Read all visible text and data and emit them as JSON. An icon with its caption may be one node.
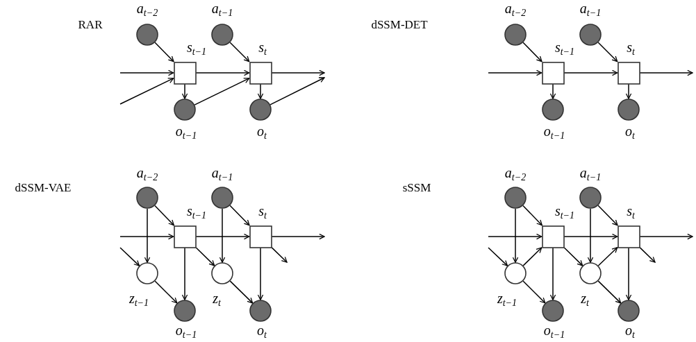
{
  "diagram": {
    "nodes": [
      {
        "text": [
          "a$_{t−2}$"
        ]
      },
      {
        "text": [
          "a$_{t−1}$"
        ]
      },
      {
        "text": [
          "s$_{t−1}$"
        ]
      },
      {
        "text": [
          "s$_{t}$"
        ]
      },
      {
        "text": [
          "o$_{t−1}$"
        ]
      },
      {
        "text": [
          "o$_{t}$"
        ]
      },
      {
        "text": [
          "a$_{t−2}$"
        ]
      },
      {
        "text": [
          "a$_{t−1}$"
        ]
      },
      {
        "text": [
          "s$_{t−1}$"
        ]
      },
      {
        "text": [
          "s$_{t}$"
        ]
      },
      {
        "text": [
          "o$_{t−1}$"
        ]
      },
      {
        "text": [
          "o$_{t}$"
        ]
      },
      {
        "text": [
          "a$_{t−2}$"
        ]
      },
      {
        "text": [
          "a$_{t−1}$"
        ]
      },
      {
        "text": [
          "s$_{t−1}$"
        ]
      },
      {
        "text": [
          "s$_{t}$"
        ]
      },
      {
        "text": [
          "z$_{t−1}$"
        ]
      },
      {
        "text": [
          "z$_{t}$"
        ]
      },
      {
        "text": [
          "o$_{t−1}$"
        ]
      },
      {
        "text": [
          "o$_{t}$"
        ]
      },
      {
        "text": [
          "a$_{t−2}$"
        ]
      },
      {
        "text": [
          "a$_{t−1}$"
        ]
      },
      {
        "text": [
          "s$_{t−1}$"
        ]
      },
      {
        "text": [
          "s$_{t}$"
        ]
      },
      {
        "text": [
          "z$_{t−1}$"
        ]
      },
      {
        "text": [
          "z$_{t}$"
        ]
      },
      {
        "text": [
          "o$_{t−1}$"
        ]
      },
      {
        "text": [
          "o$_{t}$"
        ]
      }
    ],
    "edges": [
      {
        "from": 0,
        "to": 2,
        "arrow": "to"
      },
      {
        "from": 1,
        "to": 3,
        "arrow": "to"
      },
      {
        "from": null,
        "to": 2,
        "arrow": "to"
      },
      {
        "from": null,
        "to": 2,
        "arrow": "to"
      },
      {
        "from": 2,
        "to": 3,
        "arrow": "to"
      },
      {
        "from": 2,
        "to": 4,
        "arrow": "to"
      },
      {
        "from": 4,
        "to": 3,
        "arrow": "to"
      },
      {
        "from": 3,
        "to": null,
        "arrow": "to"
      },
      {
        "from": 3,
        "to": 5,
        "arrow": "to"
      },
      {
        "from": 5,
        "to": null,
        "arrow": "to"
      },
      {
        "from": 6,
        "to": 8,
        "arrow": "to"
      },
      {
        "from": 7,
        "to": 9,
        "arrow": "to"
      },
      {
        "from": null,
        "to": 8,
        "arrow": "to"
      },
      {
        "from": 8,
        "to": 9,
        "arrow": "to"
      },
      {
        "from": 8,
        "to": 10,
        "arrow": "to"
      },
      {
        "from": 9,
        "to": null,
        "arrow": "to"
      },
      {
        "from": 9,
        "to": 11,
        "arrow": "to"
      },
      {
        "from": null,
        "to": 14,
        "arrow": "to"
      },
      {
        "from": null,
        "to": 16,
        "arrow": "to"
      },
      {
        "from": 12,
        "to": 16,
        "arrow": "to"
      },
      {
        "from": 12,
        "to": 14,
        "arrow": "to"
      },
      {
        "from": 14,
        "to": 15,
        "arrow": "to"
      },
      {
        "from": 14,
        "to": 18,
        "arrow": "to"
      },
      {
        "from": 14,
        "to": 17,
        "arrow": "to"
      },
      {
        "from": 16,
        "to": 18,
        "arrow": "to"
      },
      {
        "from": 13,
        "to": 17,
        "arrow": "to"
      },
      {
        "from": 13,
        "to": 15,
        "arrow": "to"
      },
      {
        "from": 17,
        "to": 19,
        "arrow": "to"
      },
      {
        "from": 15,
        "to": 19,
        "arrow": "to"
      },
      {
        "from": 15,
        "to": null,
        "arrow": "to"
      },
      {
        "from": 15,
        "to": null,
        "arrow": "to"
      },
      {
        "from": null,
        "to": 22,
        "arrow": "to"
      },
      {
        "from": null,
        "to": 24,
        "arrow": "to"
      },
      {
        "from": 20,
        "to": 24,
        "arrow": "to"
      },
      {
        "from": 20,
        "to": 22,
        "arrow": "to"
      },
      {
        "from": 24,
        "to": 22,
        "arrow": "to"
      },
      {
        "from": 22,
        "to": 23,
        "arrow": "to"
      },
      {
        "from": 22,
        "to": 26,
        "arrow": "to"
      },
      {
        "from": 22,
        "to": 25,
        "arrow": "to"
      },
      {
        "from": 24,
        "to": 26,
        "arrow": "to"
      },
      {
        "from": 21,
        "to": 25,
        "arrow": "to"
      },
      {
        "from": 21,
        "to": 23,
        "arrow": "to"
      },
      {
        "from": 25,
        "to": 23,
        "arrow": "to"
      },
      {
        "from": 25,
        "to": 27,
        "arrow": "to"
      },
      {
        "from": 23,
        "to": 27,
        "arrow": "to"
      },
      {
        "from": 23,
        "to": null,
        "arrow": "to"
      },
      {
        "from": 23,
        "to": null,
        "arrow": "to"
      }
    ],
    "labels": [
      "RAR",
      "dSSM-DET",
      "dSSM-VAE",
      "sSSM"
    ]
  }
}
